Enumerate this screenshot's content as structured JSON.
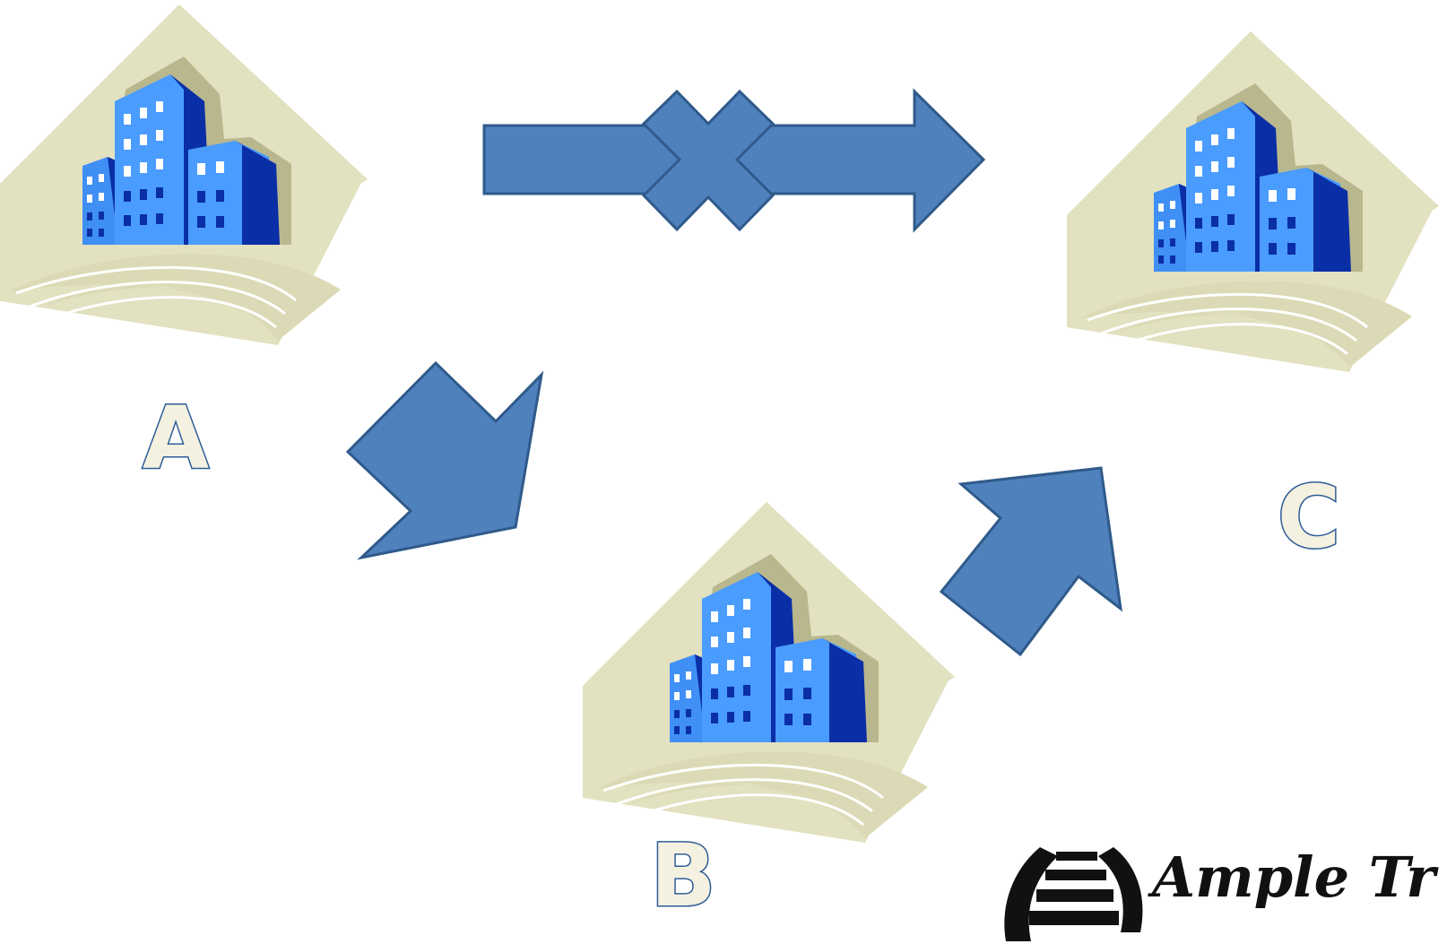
{
  "diagram": {
    "nodes": [
      {
        "id": "A",
        "label": "A",
        "icon": "city-buildings-icon"
      },
      {
        "id": "B",
        "label": "B",
        "icon": "city-buildings-icon"
      },
      {
        "id": "C",
        "label": "C",
        "icon": "city-buildings-icon"
      }
    ],
    "edges": [
      {
        "from": "A",
        "to": "C",
        "blocked": true
      },
      {
        "from": "A",
        "to": "B",
        "blocked": false
      },
      {
        "from": "B",
        "to": "C",
        "blocked": false
      }
    ],
    "colors": {
      "arrow_fill": "#4f81bd",
      "arrow_stroke": "#2f5a8a",
      "diamond": "#e2e1c0",
      "diamond_shadow": "#b9b78e",
      "building_light": "#4a9cff",
      "building_dark": "#0a2ea6",
      "label_fill": "#f5f1e0",
      "label_stroke": "#2e5c97"
    }
  },
  "logo": {
    "text": "Ample Tr",
    "icon": "ample-logo-icon"
  }
}
